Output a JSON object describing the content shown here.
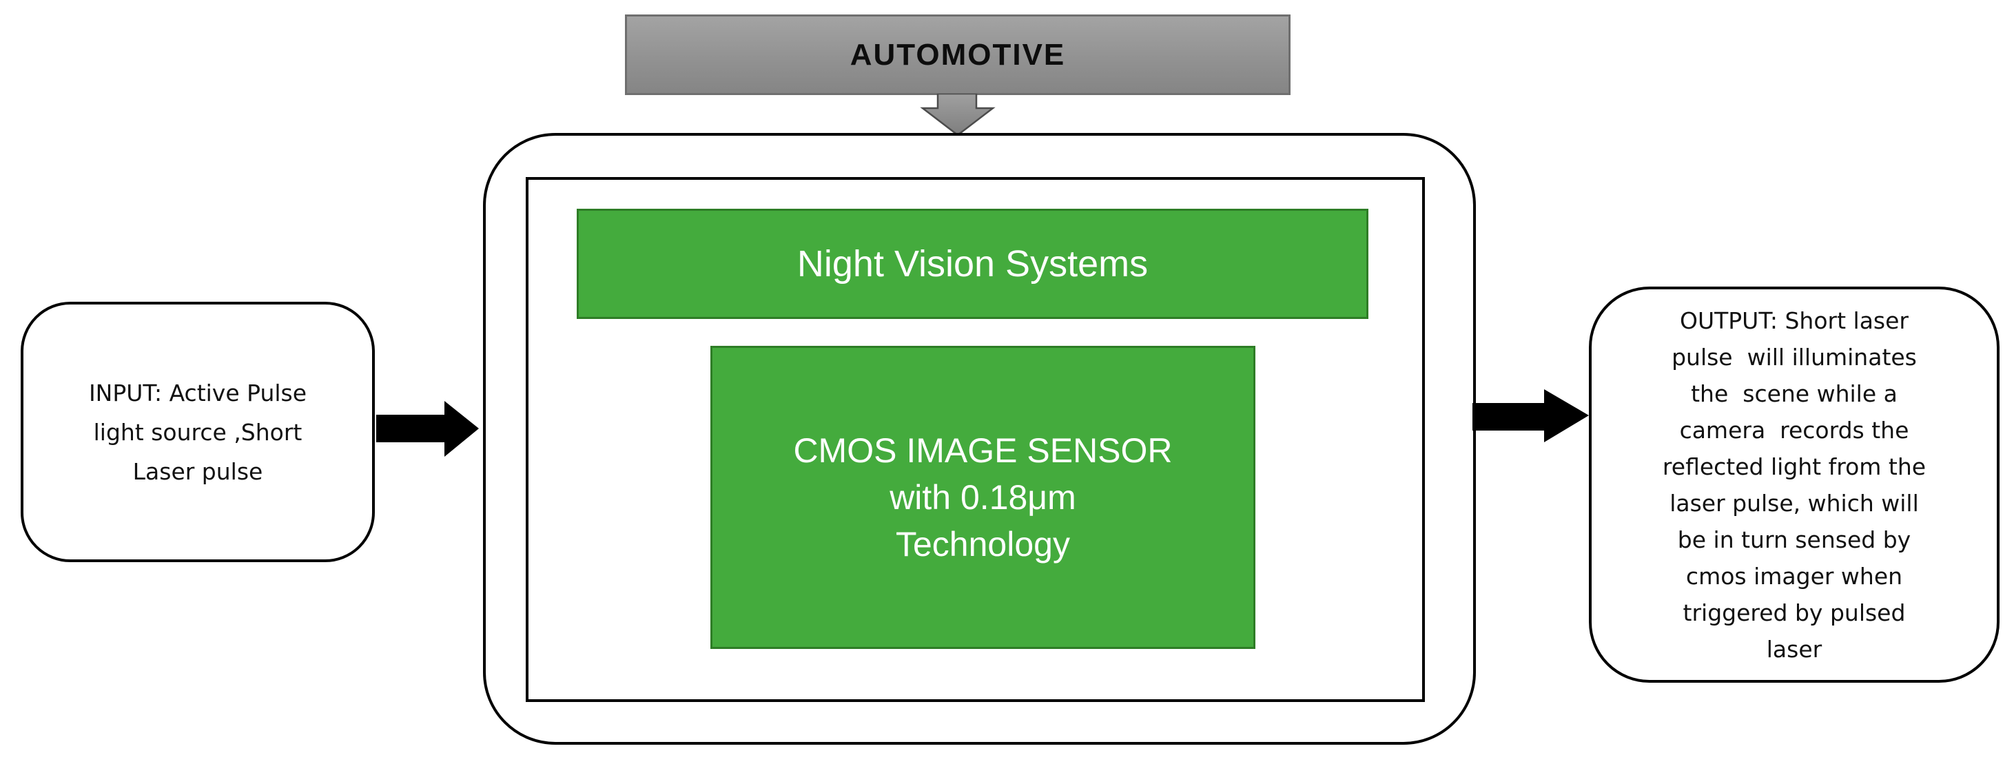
{
  "blocks": {
    "automotive": {
      "label": "AUTOMOTIVE"
    },
    "night_vision": {
      "label": "Night Vision Systems"
    },
    "cmos": {
      "label": "CMOS IMAGE SENSOR\nwith 0.18μm\nTechnology"
    },
    "input": {
      "label": "INPUT: Active Pulse\nlight source ,Short\nLaser pulse"
    },
    "output": {
      "label": "OUTPUT: Short laser\npulse  will illuminates\nthe  scene while a\ncamera  records the\nreflected light from the\nlaser pulse, which will\nbe in turn sensed by\ncmos imager when\ntriggered by pulsed\nlaser"
    }
  },
  "icons": {
    "down_arrow": "automotive-down-arrow-icon",
    "input_arrow": "input-flow-arrow-icon",
    "output_arrow": "output-flow-arrow-icon"
  },
  "colors": {
    "green_fill": "#44ab3d",
    "green_border": "#2e7d26",
    "gray_fill_top": "#a3a3a3",
    "gray_fill_bottom": "#858585",
    "gray_border": "#6f6f6f",
    "frame_black": "#000000",
    "text_white": "#ffffff",
    "text_black": "#111111",
    "background": "#ffffff"
  }
}
